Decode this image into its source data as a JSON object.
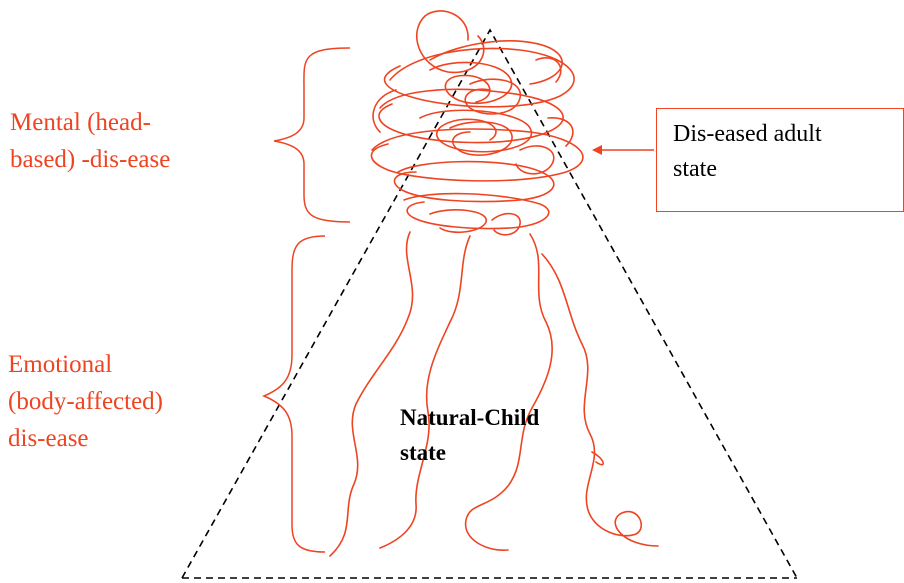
{
  "labels": {
    "mental": {
      "line1": "Mental (head-",
      "line2": "based) -dis-ease"
    },
    "emotional": {
      "line1": "Emotional",
      "line2": "(body-affected)",
      "line3": "dis-ease"
    }
  },
  "callout": {
    "line1": "Dis-eased adult",
    "line2": "state"
  },
  "center": {
    "line1": "Natural-Child",
    "line2": "state"
  },
  "colors": {
    "accent": "#ee4422",
    "triangle": "#000000",
    "text": "#000000"
  }
}
